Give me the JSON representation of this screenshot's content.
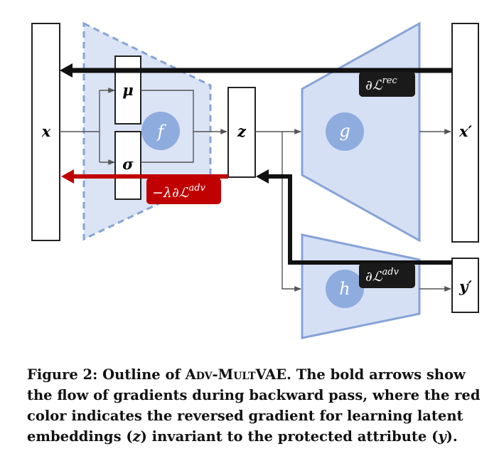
{
  "diagram": {
    "nodes": {
      "x": "x",
      "mu": "μ",
      "sigma": "σ",
      "f": "f",
      "z": "z",
      "g": "g",
      "x_prime": "x′",
      "h": "h",
      "y_prime": "y′"
    },
    "gradient_labels": {
      "rec": "∂ℒ",
      "rec_sup": "rec",
      "adv_reversed": "−λ∂ℒ",
      "adv_reversed_sup": "adv",
      "adv": "∂ℒ",
      "adv_sup": "adv"
    },
    "colors": {
      "encoder_fill": "#dbe4f5",
      "encoder_border": "#86a3d8",
      "network_fill": "#d6e0f4",
      "network_border": "#86a3d8",
      "node_circle": "#8facdf",
      "gradient_black": "#111111",
      "gradient_red": "#c00000",
      "badge_black": "#1a1a1a",
      "badge_red": "#c00000"
    }
  },
  "caption": {
    "prefix": "Figure 2: Outline of ",
    "name": "Adv-MultVAE",
    "text_1": ". The bold arrows show the flow of gradients during backward pass, where the red color indicates the reversed gradient for learning latent embeddings (",
    "z": "z",
    "text_2": ") invariant to the protected attribute (",
    "y": "y",
    "text_3": ")."
  }
}
